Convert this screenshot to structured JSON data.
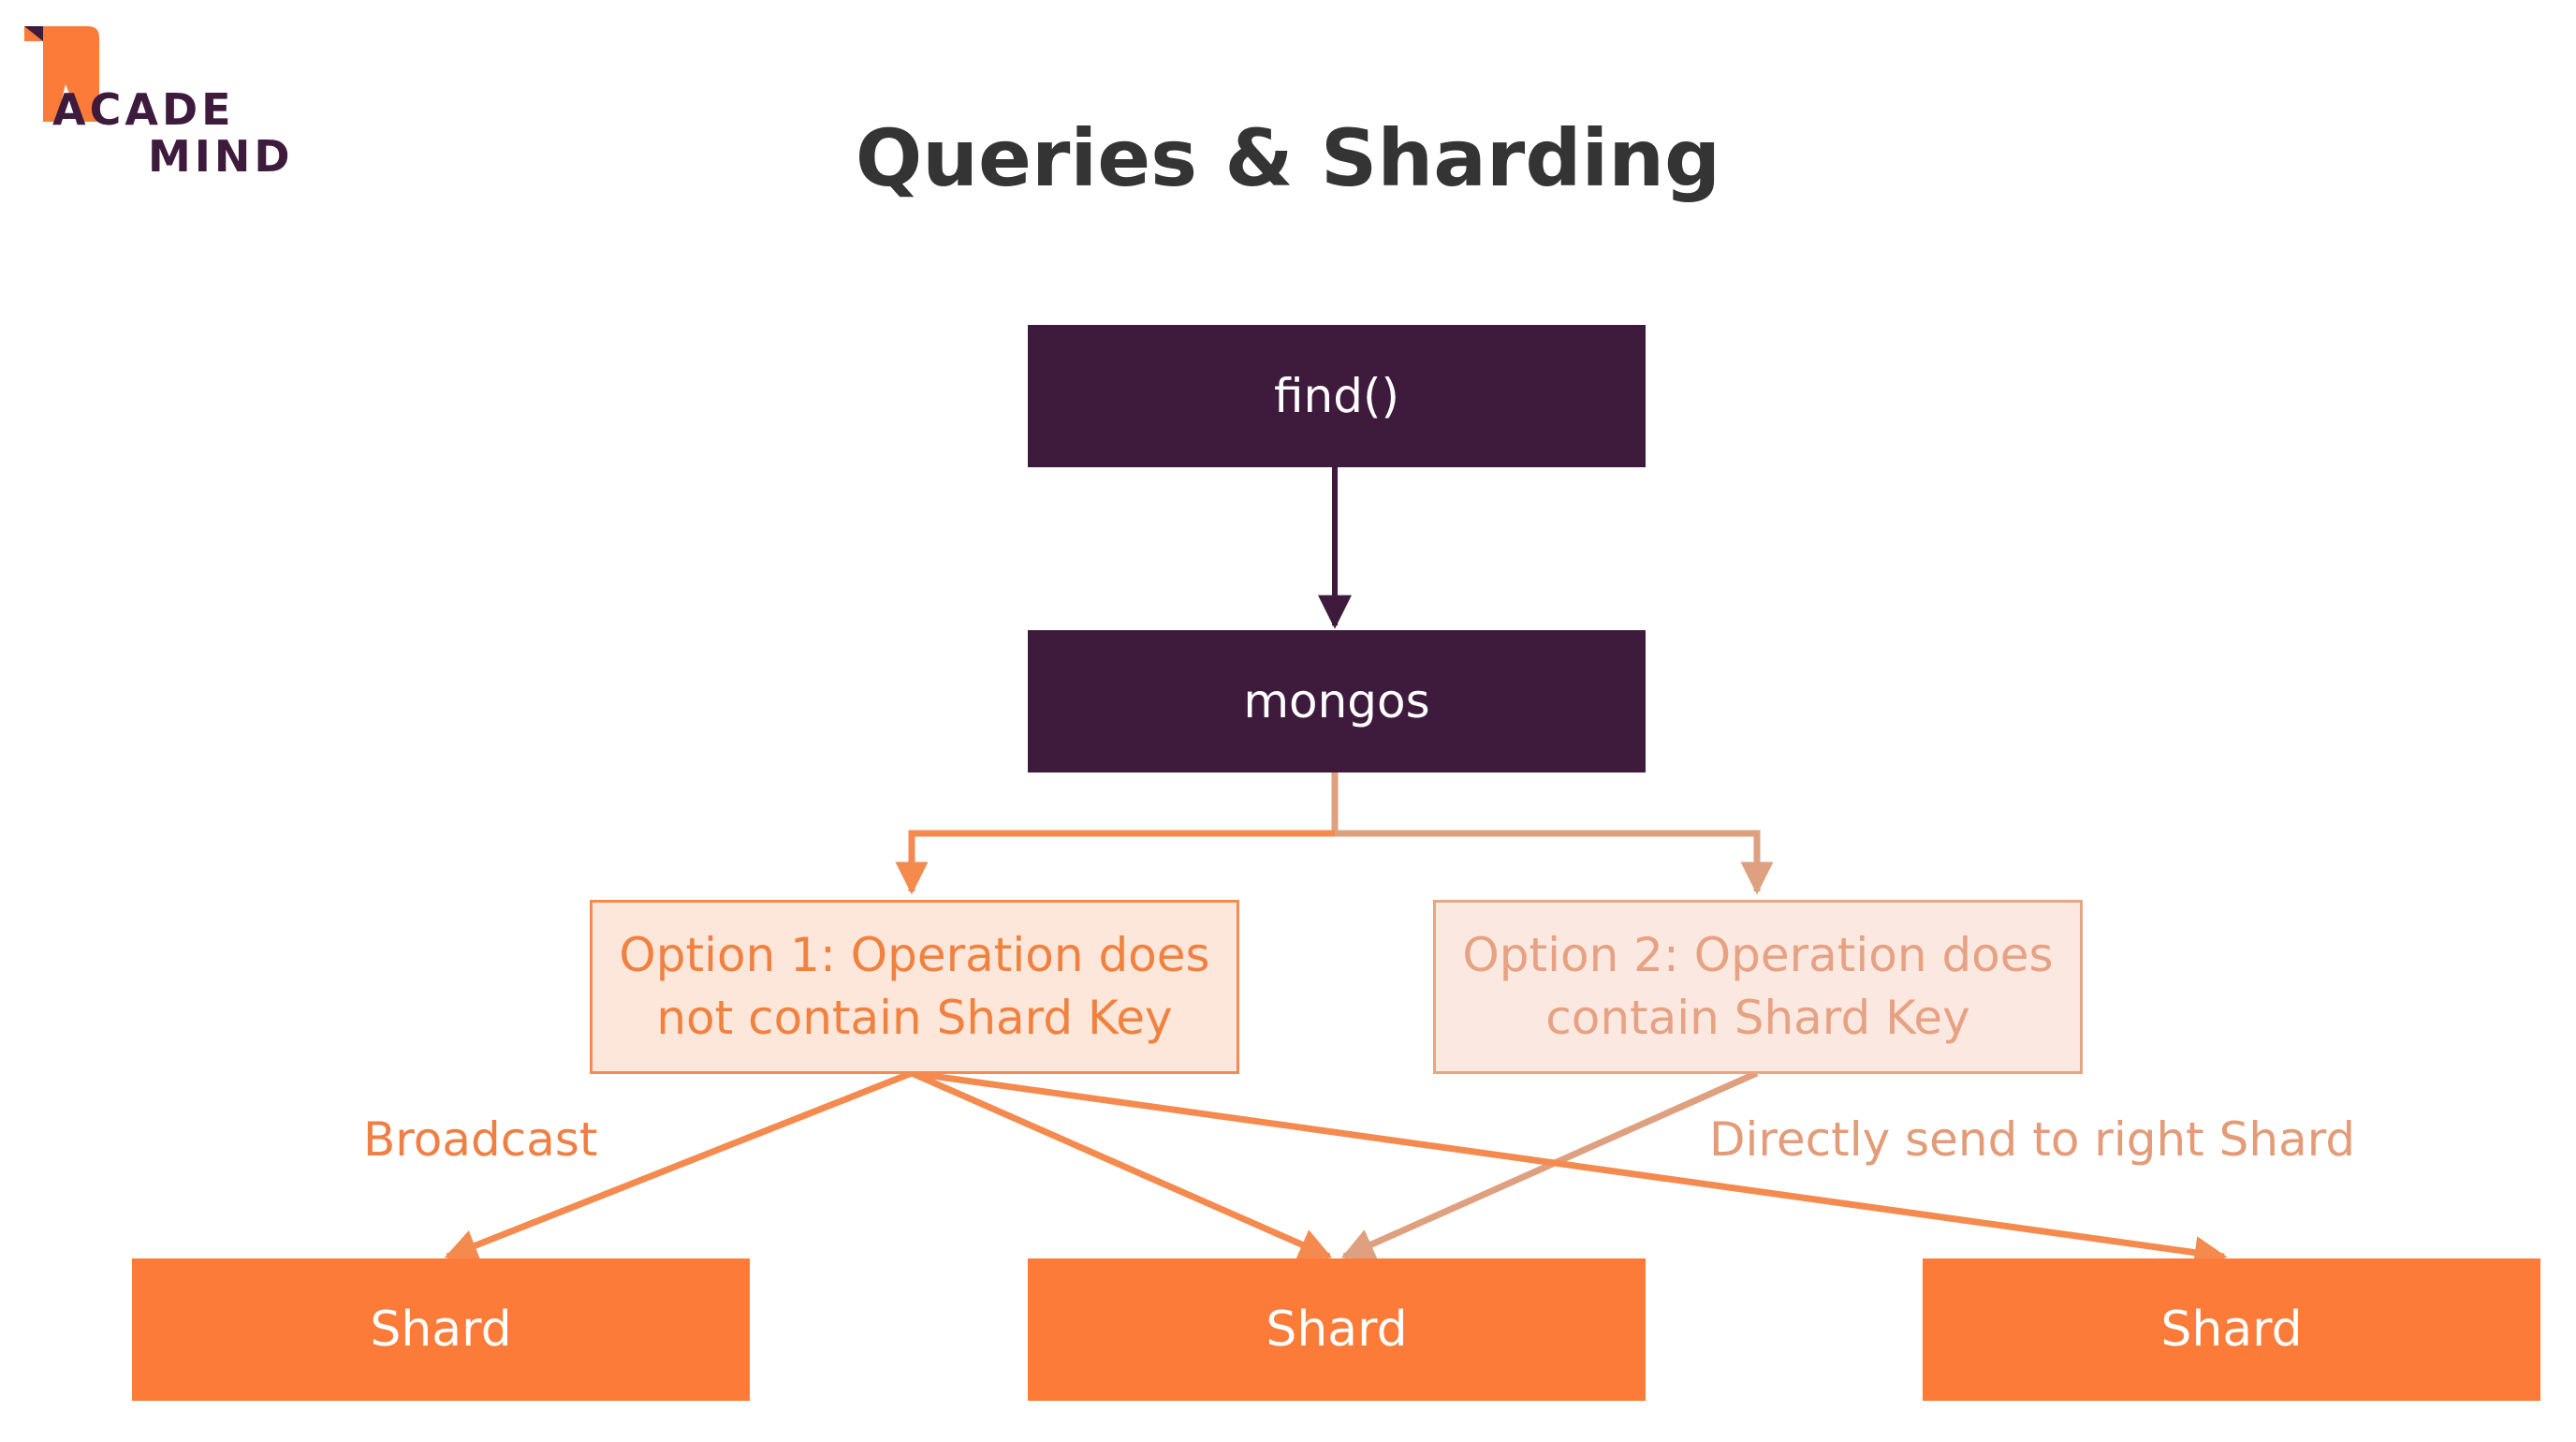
{
  "logo": {
    "line1": "ACADE",
    "line2": "MIND"
  },
  "title": "Queries & Sharding",
  "nodes": {
    "find": "find()",
    "mongos": "mongos",
    "option1": "Option 1: Operation does\nnot contain Shard Key",
    "option2": "Option 2: Operation does\ncontain Shard Key",
    "shards": [
      "Shard",
      "Shard",
      "Shard"
    ]
  },
  "edge_labels": {
    "broadcast": "Broadcast",
    "direct": "Directly send to right Shard"
  },
  "colors": {
    "dark": "#3e1a3c",
    "shard": "#fc7b39",
    "option1_line": "#f58a4f",
    "option2_line": "#dea07f"
  }
}
